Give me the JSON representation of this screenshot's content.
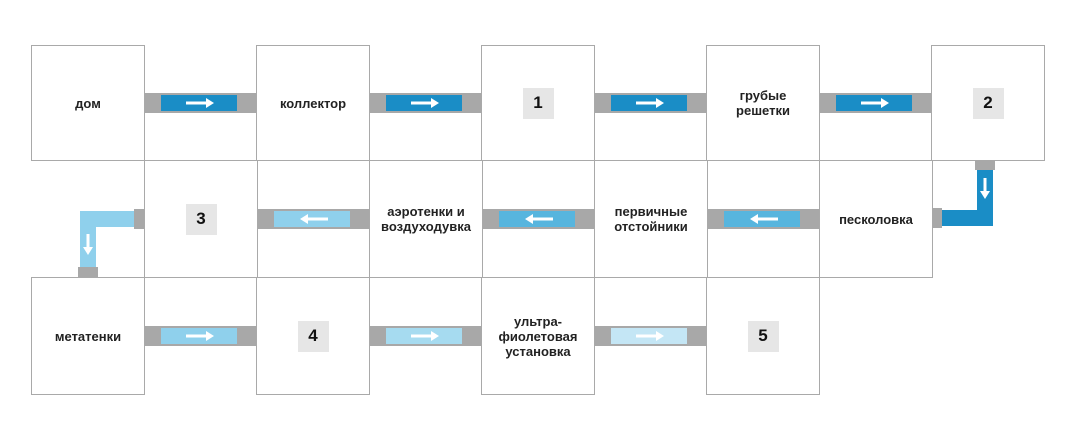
{
  "diagram": {
    "boxes": {
      "dom": "дом",
      "kollektor": "коллектор",
      "n1": "1",
      "grubye": "грубые\nрешетки",
      "n2": "2",
      "peskolovka": "песколовка",
      "pervichnye": "первичные\nотстойники",
      "aerotenki": "аэротенки и\nвоздуходувка",
      "n3": "3",
      "metatenki": "метатенки",
      "n4": "4",
      "uv": "ультра-\nфиолетовая\nустановка",
      "n5": "5"
    },
    "colors": {
      "pipe_gray": "#a8a8a8",
      "flow_dark": "#1a8dc6",
      "flow_mid": "#57b5de",
      "flow_light": "#8fd0ec",
      "flow_pale": "#c4e6f5",
      "box_border": "#a9a9a9",
      "number_bg": "#e6e6e6"
    }
  }
}
